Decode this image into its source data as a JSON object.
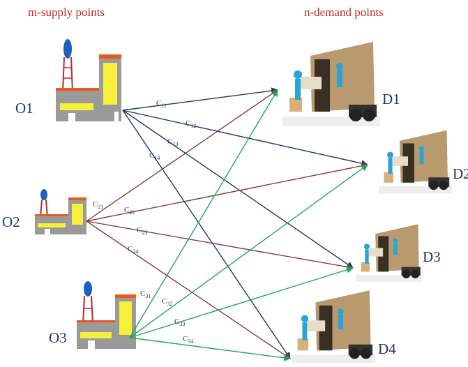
{
  "headings": {
    "supply": "m-supply points",
    "demand": "n-demand points"
  },
  "supply_points": [
    {
      "id": "O1",
      "label": "O1"
    },
    {
      "id": "O2",
      "label": "O2"
    },
    {
      "id": "O3",
      "label": "O3"
    }
  ],
  "demand_points": [
    {
      "id": "D1",
      "label": "D1"
    },
    {
      "id": "D2",
      "label": "D2"
    },
    {
      "id": "D3",
      "label": "D3"
    },
    {
      "id": "D4",
      "label": "D4"
    }
  ],
  "edges": [
    {
      "from": "O1",
      "to": "D1",
      "label": "C",
      "sub": "11",
      "color": "#1f3864"
    },
    {
      "from": "O1",
      "to": "D2",
      "label": "C",
      "sub": "12",
      "color": "#1f3864"
    },
    {
      "from": "O1",
      "to": "D3",
      "label": "C",
      "sub": "13",
      "color": "#1f3864"
    },
    {
      "from": "O1",
      "to": "D4",
      "label": "C",
      "sub": "14",
      "color": "#1f3864"
    },
    {
      "from": "O2",
      "to": "D1",
      "label": "C",
      "sub": "21",
      "color": "#8b3a3a"
    },
    {
      "from": "O2",
      "to": "D2",
      "label": "C",
      "sub": "22",
      "color": "#8b3a3a"
    },
    {
      "from": "O2",
      "to": "D3",
      "label": "C",
      "sub": "23",
      "color": "#8b3a3a"
    },
    {
      "from": "O2",
      "to": "D4",
      "label": "C",
      "sub": "24",
      "color": "#8b3a3a"
    },
    {
      "from": "O3",
      "to": "D1",
      "label": "C",
      "sub": "31",
      "color": "#1aa85a"
    },
    {
      "from": "O3",
      "to": "D2",
      "label": "C",
      "sub": "32",
      "color": "#1aa85a"
    },
    {
      "from": "O3",
      "to": "D3",
      "label": "C",
      "sub": "33",
      "color": "#1aa85a"
    },
    {
      "from": "O3",
      "to": "D4",
      "label": "C",
      "sub": "34",
      "color": "#1aa85a"
    }
  ],
  "colors": {
    "heading": "#c0282d",
    "node_label": "#1f3864",
    "factory_wall": "#9a9a9a",
    "factory_roof": "#e8591a",
    "factory_window": "#f5f03a",
    "tower": "#c0282d",
    "tank": "#1f5fbf",
    "truck_body": "#b89a6e",
    "person": "#2aa3d8"
  }
}
